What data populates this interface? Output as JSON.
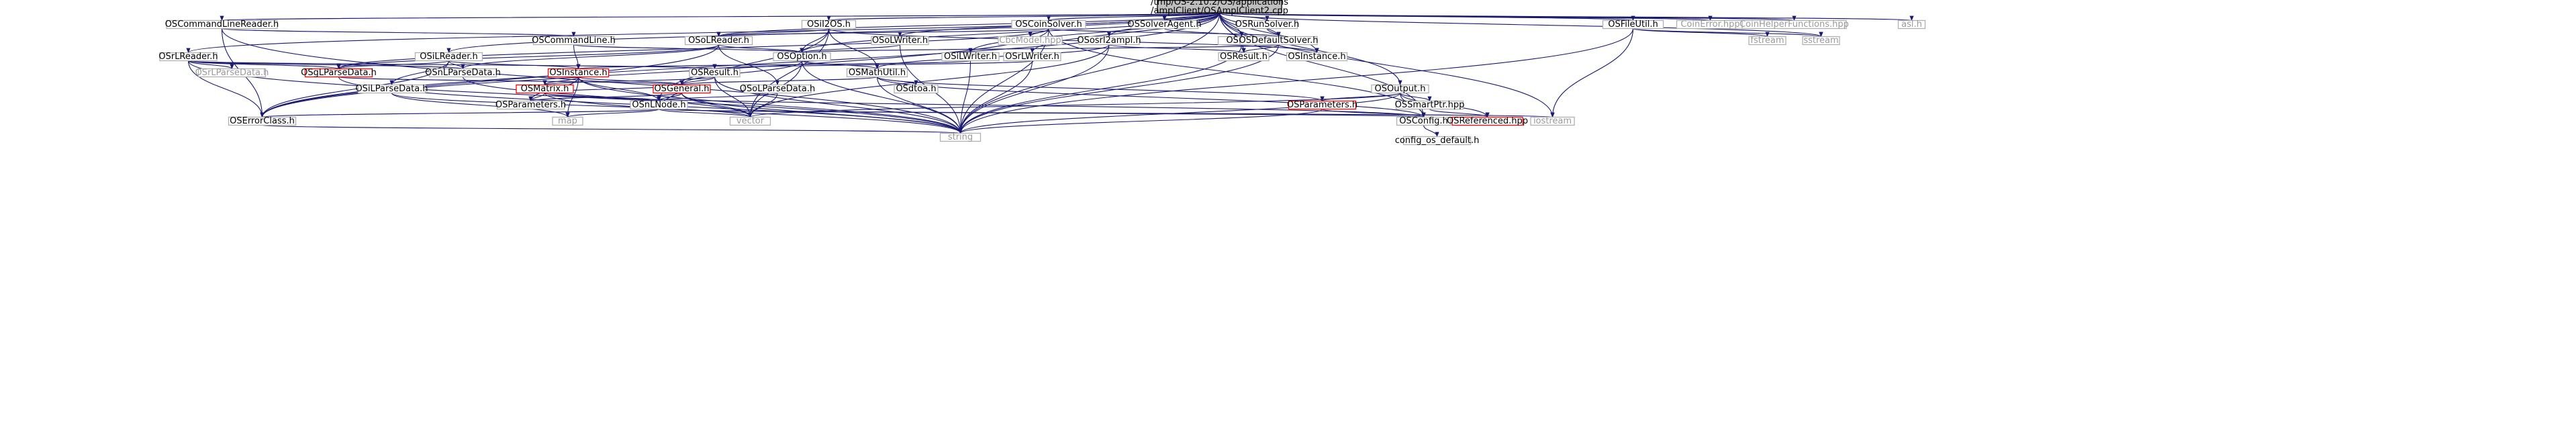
{
  "graph": {
    "nodes": [
      {
        "id": "root",
        "lines": [
          "/tmp/OS-2.10.2/OS/applications",
          "/amplClient/OSAmplClient2.cpp"
        ],
        "style": "root"
      },
      {
        "id": "cmdlinereader",
        "lines": [
          "OSCommandLineReader.h"
        ]
      },
      {
        "id": "osi2os",
        "lines": [
          "OSiI2OS.h"
        ]
      },
      {
        "id": "coinsolver",
        "lines": [
          "OSCoinSolver.h"
        ]
      },
      {
        "id": "solveragent",
        "lines": [
          "OSSolverAgent.h"
        ]
      },
      {
        "id": "runsolver",
        "lines": [
          "OSRunSolver.h"
        ]
      },
      {
        "id": "fileutil",
        "lines": [
          "OSFileUtil.h"
        ]
      },
      {
        "id": "coinerror",
        "lines": [
          "CoinError.hpp"
        ],
        "style": "grey"
      },
      {
        "id": "coinhelper",
        "lines": [
          "CoinHelperFunctions.hpp"
        ],
        "style": "grey"
      },
      {
        "id": "asl",
        "lines": [
          "asl.h"
        ],
        "style": "grey"
      },
      {
        "id": "cmdline",
        "lines": [
          "OSCommandLine.h"
        ]
      },
      {
        "id": "osoreader",
        "lines": [
          "OSoLReader.h"
        ]
      },
      {
        "id": "oslwriter",
        "lines": [
          "OSoLWriter.h"
        ]
      },
      {
        "id": "cbcmodel",
        "lines": [
          "CbcModel.hpp"
        ],
        "style": "grey"
      },
      {
        "id": "osrl2ampl",
        "lines": [
          "OSosrl2ampl.h"
        ]
      },
      {
        "id": "osnl",
        "lines": [
          "OSnL.h"
        ]
      },
      {
        "id": "defsolver",
        "lines": [
          "OSDefaultSolver.h"
        ]
      },
      {
        "id": "fstream",
        "lines": [
          "fstream"
        ],
        "style": "grey"
      },
      {
        "id": "sstream",
        "lines": [
          "sstream"
        ],
        "style": "grey"
      },
      {
        "id": "osrlreader",
        "lines": [
          "OSrLReader.h"
        ]
      },
      {
        "id": "osilreader",
        "lines": [
          "OSiLReader.h"
        ]
      },
      {
        "id": "osoption",
        "lines": [
          "OSOption.h"
        ]
      },
      {
        "id": "osilwriter",
        "lines": [
          "OSiLWriter.h"
        ]
      },
      {
        "id": "osrlwriter",
        "lines": [
          "OSrLWriter.h"
        ]
      },
      {
        "id": "osresult1",
        "lines": [
          "OSResult.h"
        ]
      },
      {
        "id": "osinstance1",
        "lines": [
          "OSInstance.h"
        ]
      },
      {
        "id": "osrlparsedata",
        "lines": [
          "OSrLParseData.h"
        ],
        "style": "grey"
      },
      {
        "id": "osgparsedata",
        "lines": [
          "OSgLParseData.h"
        ],
        "style": "red"
      },
      {
        "id": "osnlparsedata",
        "lines": [
          "OSnLParseData.h"
        ]
      },
      {
        "id": "osinstance2",
        "lines": [
          "OSInstance.h"
        ],
        "style": "red"
      },
      {
        "id": "osresult2",
        "lines": [
          "OSResult.h"
        ]
      },
      {
        "id": "osmathutil",
        "lines": [
          "OSMathUtil.h"
        ]
      },
      {
        "id": "osilparsedata",
        "lines": [
          "OSiLParseData.h"
        ]
      },
      {
        "id": "osmatrix",
        "lines": [
          "OSMatrix.h"
        ],
        "style": "red"
      },
      {
        "id": "osgeneral",
        "lines": [
          "OSGeneral.h"
        ],
        "style": "red"
      },
      {
        "id": "osdice",
        "lines": [
          "OSdtoa.h"
        ]
      },
      {
        "id": "osoparsedata",
        "lines": [
          "OSoLParseData.h"
        ]
      },
      {
        "id": "osoutput",
        "lines": [
          "OSOutput.h"
        ]
      },
      {
        "id": "osparameters1",
        "lines": [
          "OSParameters.h"
        ]
      },
      {
        "id": "osnlnode",
        "lines": [
          "OSnLNode.h"
        ]
      },
      {
        "id": "osparameters2",
        "lines": [
          "OSParameters.h"
        ],
        "style": "red"
      },
      {
        "id": "ossmartptr",
        "lines": [
          "OSSmartPtr.hpp"
        ]
      },
      {
        "id": "oserrorclass",
        "lines": [
          "OSErrorClass.h"
        ]
      },
      {
        "id": "map",
        "lines": [
          "map"
        ],
        "style": "grey"
      },
      {
        "id": "vector",
        "lines": [
          "vector"
        ],
        "style": "grey"
      },
      {
        "id": "osconfig",
        "lines": [
          "OSConfig.h"
        ]
      },
      {
        "id": "osreferenced",
        "lines": [
          "OSReferenced.hpp"
        ],
        "style": "red"
      },
      {
        "id": "iostream",
        "lines": [
          "iostream"
        ],
        "style": "grey"
      },
      {
        "id": "string",
        "lines": [
          "string"
        ],
        "style": "grey"
      },
      {
        "id": "configdefault",
        "lines": [
          "config_os_default.h"
        ]
      }
    ],
    "edges": [
      [
        "root",
        "cmdlinereader"
      ],
      [
        "root",
        "osi2os"
      ],
      [
        "root",
        "coinsolver"
      ],
      [
        "root",
        "solveragent"
      ],
      [
        "root",
        "runsolver"
      ],
      [
        "root",
        "fileutil"
      ],
      [
        "root",
        "coinerror"
      ],
      [
        "root",
        "coinhelper"
      ],
      [
        "root",
        "asl"
      ],
      [
        "root",
        "osoreader"
      ],
      [
        "root",
        "oslwriter"
      ],
      [
        "root",
        "osrl2ampl"
      ],
      [
        "root",
        "osnl"
      ],
      [
        "root",
        "defsolver"
      ],
      [
        "root",
        "sstream"
      ],
      [
        "root",
        "osrlreader"
      ],
      [
        "root",
        "osilreader"
      ],
      [
        "root",
        "osoption"
      ],
      [
        "root",
        "osilwriter"
      ],
      [
        "root",
        "osrlwriter"
      ],
      [
        "root",
        "osoutput"
      ],
      [
        "root",
        "osconfig"
      ],
      [
        "root",
        "iostream"
      ],
      [
        "root",
        "osresult1"
      ],
      [
        "root",
        "osinstance1"
      ],
      [
        "root",
        "string"
      ],
      [
        "root",
        "oserrorclass"
      ],
      [
        "cmdlinereader",
        "cmdline"
      ],
      [
        "cmdlinereader",
        "oserrorclass"
      ],
      [
        "cmdlinereader",
        "string"
      ],
      [
        "osi2os",
        "osoreader"
      ],
      [
        "osi2os",
        "osoption"
      ],
      [
        "osi2os",
        "osmathutil"
      ],
      [
        "osi2os",
        "osnlnode"
      ],
      [
        "osi2os",
        "vector"
      ],
      [
        "osi2os",
        "osinstance1"
      ],
      [
        "coinsolver",
        "cbcmodel"
      ],
      [
        "coinsolver",
        "defsolver"
      ],
      [
        "coinsolver",
        "osoreader"
      ],
      [
        "coinsolver",
        "osgparsedata"
      ],
      [
        "coinsolver",
        "oserrorclass"
      ],
      [
        "coinsolver",
        "string"
      ],
      [
        "coinsolver",
        "osconfig"
      ],
      [
        "solveragent",
        "osnl"
      ],
      [
        "runsolver",
        "defsolver"
      ],
      [
        "fileutil",
        "fstream"
      ],
      [
        "fileutil",
        "sstream"
      ],
      [
        "fileutil",
        "iostream"
      ],
      [
        "fileutil",
        "string"
      ],
      [
        "cmdline",
        "osinstance2"
      ],
      [
        "cmdline",
        "osoption"
      ],
      [
        "osoreader",
        "osoption"
      ],
      [
        "osoreader",
        "osoparsedata"
      ],
      [
        "osoreader",
        "osgparsedata"
      ],
      [
        "osoreader",
        "osnlparsedata"
      ],
      [
        "osoreader",
        "oserrorclass"
      ],
      [
        "oslwriter",
        "osoption"
      ],
      [
        "oslwriter",
        "string"
      ],
      [
        "osrl2ampl",
        "osresult1"
      ],
      [
        "osrl2ampl",
        "osmathutil"
      ],
      [
        "osrl2ampl",
        "string"
      ],
      [
        "osrl2ampl",
        "vector"
      ],
      [
        "osnl",
        "string"
      ],
      [
        "defsolver",
        "osoption"
      ],
      [
        "defsolver",
        "osresult1"
      ],
      [
        "defsolver",
        "osinstance1"
      ],
      [
        "defsolver",
        "string"
      ],
      [
        "osrlreader",
        "osrlparsedata"
      ],
      [
        "osrlreader",
        "osgparsedata"
      ],
      [
        "osrlreader",
        "osnlparsedata"
      ],
      [
        "osrlreader",
        "osresult2"
      ],
      [
        "osrlreader",
        "oserrorclass"
      ],
      [
        "osrlreader",
        "string"
      ],
      [
        "osilreader",
        "osinstance2"
      ],
      [
        "osilreader",
        "osilparsedata"
      ],
      [
        "osilreader",
        "osgparsedata"
      ],
      [
        "osilreader",
        "osnlparsedata"
      ],
      [
        "osilreader",
        "oserrorclass"
      ],
      [
        "osoption",
        "osgeneral"
      ],
      [
        "osoption",
        "osmathutil"
      ],
      [
        "osoption",
        "vector"
      ],
      [
        "osoption",
        "string"
      ],
      [
        "osilwriter",
        "osinstance2"
      ],
      [
        "osilwriter",
        "string"
      ],
      [
        "osrlwriter",
        "osresult2"
      ],
      [
        "osrlwriter",
        "string"
      ],
      [
        "osresult2",
        "osgeneral"
      ],
      [
        "osresult2",
        "osmatrix"
      ],
      [
        "osresult2",
        "vector"
      ],
      [
        "osresult2",
        "string"
      ],
      [
        "osmathutil",
        "osgeneral"
      ],
      [
        "osmathutil",
        "osdice"
      ],
      [
        "osmathutil",
        "osparameters2"
      ],
      [
        "osmathutil",
        "osconfig"
      ],
      [
        "osmathutil",
        "string"
      ],
      [
        "osinstance2",
        "osmatrix"
      ],
      [
        "osinstance2",
        "osgeneral"
      ],
      [
        "osinstance2",
        "osnlnode"
      ],
      [
        "osinstance2",
        "map"
      ],
      [
        "osinstance2",
        "string"
      ],
      [
        "osinstance2",
        "osparameters1"
      ],
      [
        "osgparsedata",
        "osgeneral"
      ],
      [
        "osgparsedata",
        "string"
      ],
      [
        "osnlparsedata",
        "vector"
      ],
      [
        "osilparsedata",
        "map"
      ],
      [
        "osilparsedata",
        "vector"
      ],
      [
        "osoparsedata",
        "osnlnode"
      ],
      [
        "osoparsedata",
        "vector"
      ],
      [
        "osmatrix",
        "osgeneral"
      ],
      [
        "osmatrix",
        "osnlnode"
      ],
      [
        "osmatrix",
        "osparameters1"
      ],
      [
        "osmatrix",
        "string"
      ],
      [
        "osmatrix",
        "osconfig"
      ],
      [
        "osgeneral",
        "osparameters1"
      ],
      [
        "osgeneral",
        "osnlnode"
      ],
      [
        "osgeneral",
        "vector"
      ],
      [
        "osgeneral",
        "string"
      ],
      [
        "osnlnode",
        "osgeneral"
      ],
      [
        "osnlnode",
        "oserrorclass"
      ],
      [
        "osnlnode",
        "map"
      ],
      [
        "osnlnode",
        "vector"
      ],
      [
        "osnlnode",
        "osconfig"
      ],
      [
        "osnlnode",
        "iostream"
      ],
      [
        "osoutput",
        "osparameters2"
      ],
      [
        "osoutput",
        "ossmartptr"
      ],
      [
        "osoutput",
        "osreferenced"
      ],
      [
        "osoutput",
        "osconfig"
      ],
      [
        "osoutput",
        "string"
      ],
      [
        "osoutput",
        "vector"
      ],
      [
        "osparameters2",
        "osconfig"
      ],
      [
        "osparameters2",
        "string"
      ],
      [
        "ossmartptr",
        "osreferenced"
      ],
      [
        "oserrorclass",
        "string"
      ],
      [
        "osconfig",
        "configdefault"
      ]
    ]
  }
}
